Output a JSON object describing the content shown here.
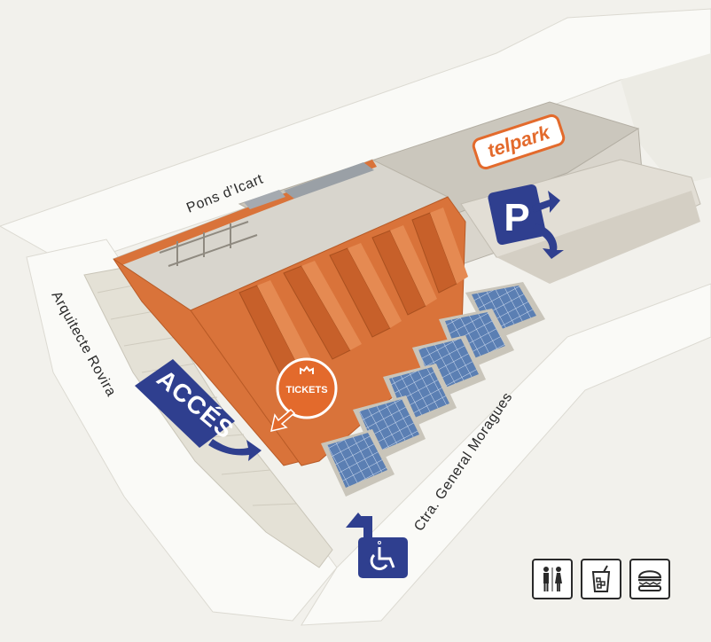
{
  "map": {
    "streets": {
      "north": "Pons d’Icart",
      "west": "Arquitecte  Rovira",
      "south": "Ctra. General Moragues"
    },
    "parking_brand": "telpark",
    "parking_letter": "P",
    "access_label": "ACCÉS",
    "tickets_label": "TICKETS",
    "icons": {
      "parking": "parking-icon",
      "accessible": "wheelchair-icon",
      "tickets": "ticket-icon"
    },
    "legend": [
      {
        "name": "restrooms-icon"
      },
      {
        "name": "drinks-icon"
      },
      {
        "name": "burger-icon"
      }
    ],
    "colors": {
      "brick": "#d9733a",
      "brand_orange": "#e36a2c",
      "navy": "#2f3f8f",
      "road": "#fafaf7",
      "terrain": "#e9e7de",
      "solar": "#5b7fb3"
    }
  }
}
